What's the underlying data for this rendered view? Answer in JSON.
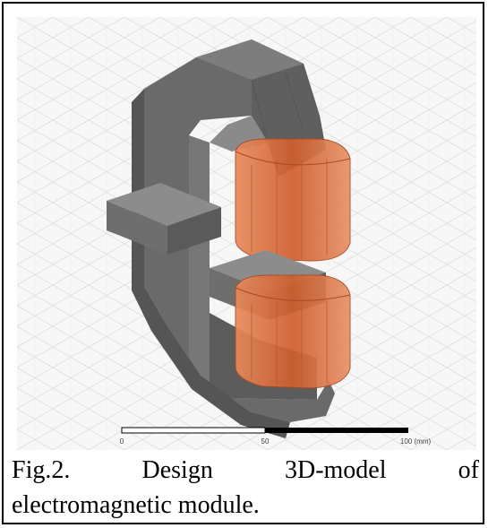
{
  "figure": {
    "scale_bar": {
      "tick_labels": [
        "0",
        "50",
        "100 (mm)"
      ]
    }
  },
  "caption": {
    "words_line1": [
      "Fig.2.",
      "Design",
      "3D-model",
      "of"
    ],
    "line2": "electromagnetic module."
  },
  "colors": {
    "core": "#676767",
    "coil": "#d86a3a",
    "grid": "#dcdcdc",
    "scale_dark": "#000000"
  }
}
